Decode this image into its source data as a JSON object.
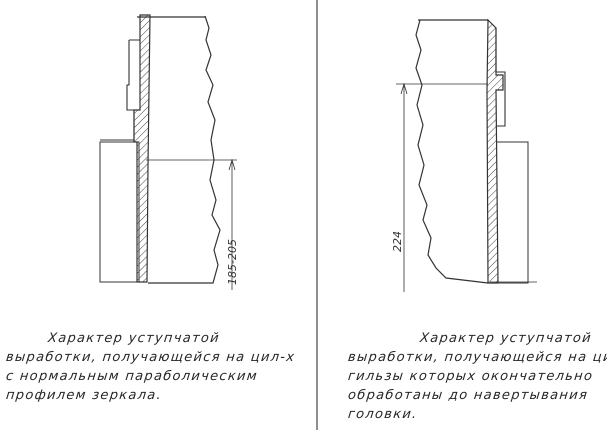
{
  "left_panel": {
    "dimension": "185-205",
    "caption": [
      "Характер уступчатой",
      "выработки, получающейся на цил-х",
      "с нормальным параболическим",
      "профилем зеркала."
    ]
  },
  "right_panel": {
    "dimension": "224",
    "caption": [
      "Характер уступчатой",
      "выработки, получающейся на цил.",
      "гильзы которых окончательно",
      "обработаны до навертывания",
      "головки."
    ]
  }
}
